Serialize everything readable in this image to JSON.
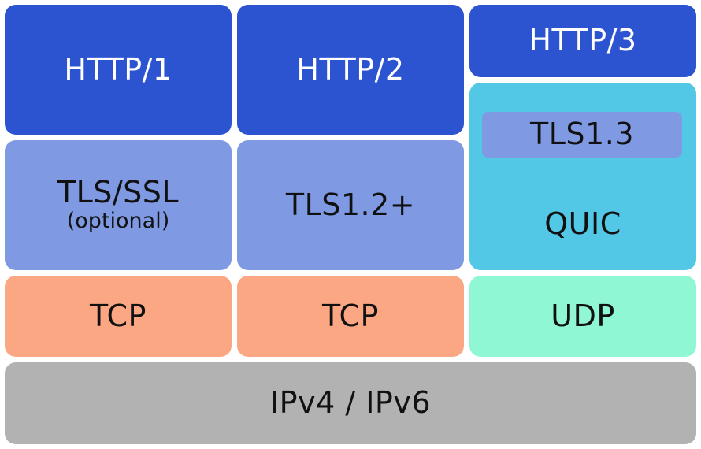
{
  "colors": {
    "http": "#2c53d0",
    "tls": "#7f9ae2",
    "tcp": "#fca784",
    "quic": "#53c7e6",
    "udp": "#8ff7d3",
    "ip": "#b2b2b2"
  },
  "application_layer": {
    "http1": "HTTP/1",
    "http2": "HTTP/2",
    "http3": "HTTP/3"
  },
  "security_layer": {
    "tls_ssl": "TLS/SSL",
    "tls_ssl_note": "(optional)",
    "tls12": "TLS1.2+",
    "tls13": "TLS1.3"
  },
  "quic": {
    "label": "QUIC"
  },
  "transport_layer": {
    "tcp1": "TCP",
    "tcp2": "TCP",
    "udp": "UDP"
  },
  "network_layer": {
    "ip": "IPv4 / IPv6"
  }
}
